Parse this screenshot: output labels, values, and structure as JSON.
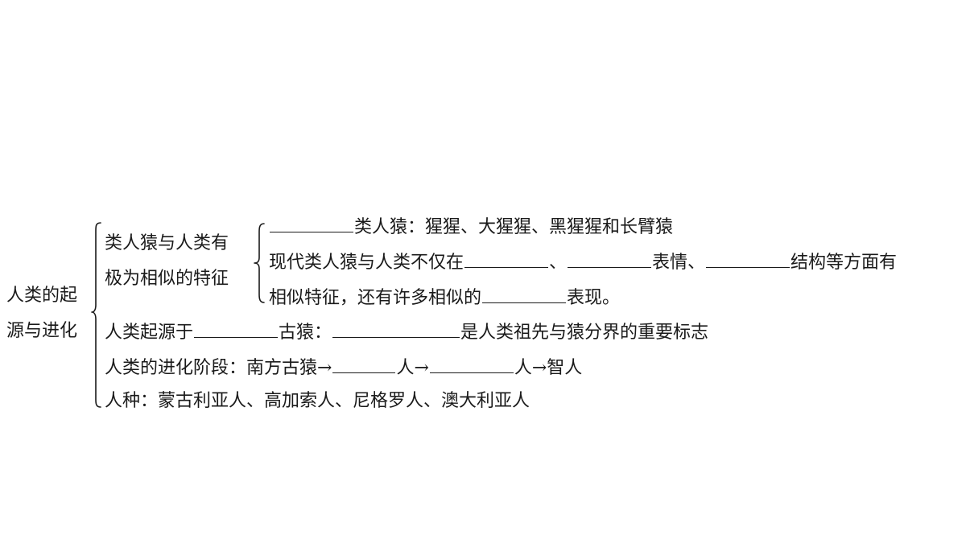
{
  "root": {
    "line1": "人类的起",
    "line2": "源与进化"
  },
  "branch1": {
    "heading_line1": "类人猿与人类有",
    "heading_line2": "极为相似的特征",
    "sub1": {
      "text": "类人猿：猩猩、大猩猩、黑猩猩和长臂猿"
    },
    "sub2": {
      "part1": "现代类人猿与人类不仅在",
      "sep1": "、",
      "part2": "表情、",
      "part3": "结构等方面有"
    },
    "sub3": {
      "part1": "相似特征，还有许多相似的",
      "part2": "表现。"
    }
  },
  "branch2": {
    "part1": "人类起源于",
    "part2": "古猿：",
    "part3": "是人类祖先与猿分界的重要标志"
  },
  "branch3": {
    "part1": "人类的进化阶段：南方古猿→",
    "part2": "人→",
    "part3": "人→智人"
  },
  "branch4": {
    "text": "人种：蒙古利亚人、高加索人、尼格罗人、澳大利亚人"
  }
}
